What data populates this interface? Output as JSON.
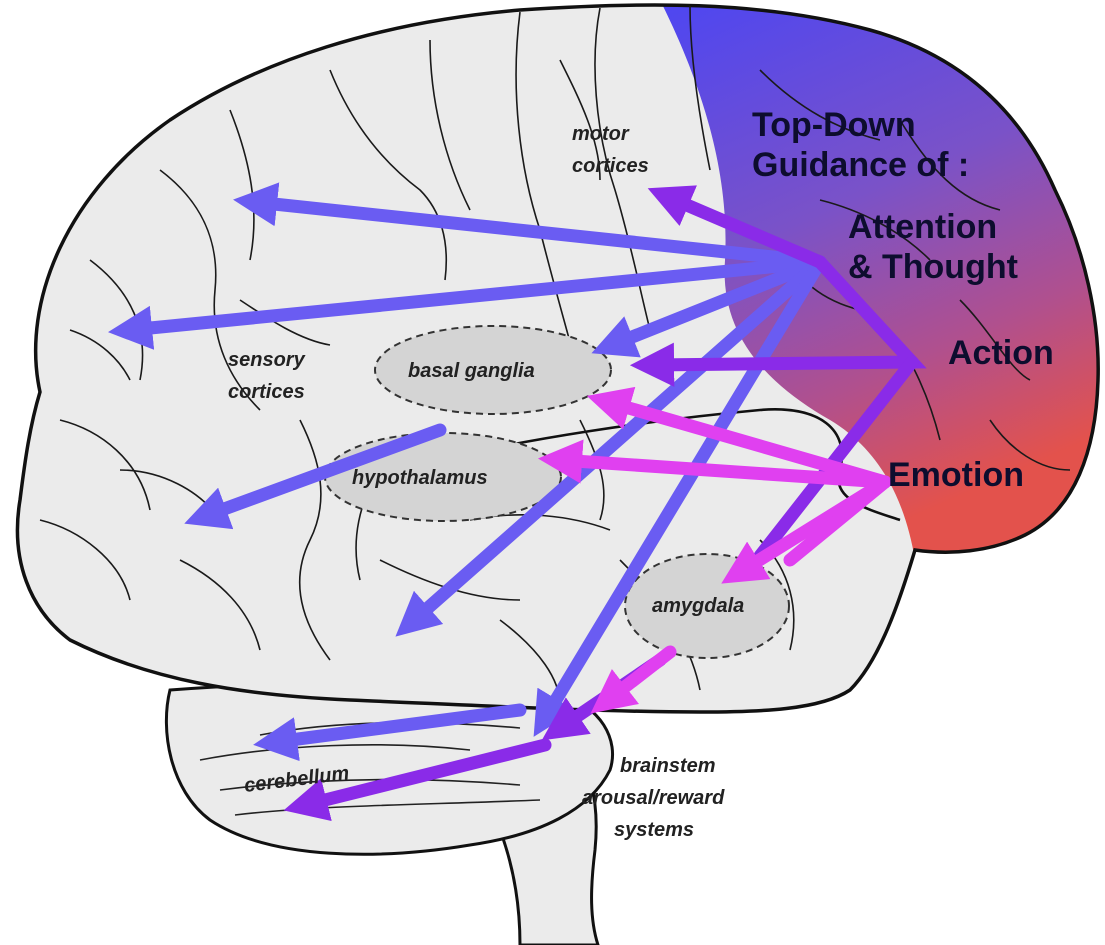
{
  "colors": {
    "prefrontal_top": "#5a4cf0",
    "prefrontal_bottom": "#e2564f",
    "attention_arrow": "#6a5cf2",
    "action_arrow": "#8a2be8",
    "emotion_arrow": "#e040f0",
    "brain_fill": "#ebebeb",
    "outline": "#111111"
  },
  "labels": {
    "title_line1": "Top-Down",
    "title_line2": "Guidance of :",
    "attention_line1": "Attention",
    "attention_line2": "& Thought",
    "action": "Action",
    "emotion": "Emotion",
    "motor_line1": "motor",
    "motor_line2": "cortices",
    "sensory_line1": "sensory",
    "sensory_line2": "cortices",
    "basal_ganglia": "basal ganglia",
    "hypothalamus": "hypothalamus",
    "amygdala": "amygdala",
    "cerebellum": "cerebellum",
    "brainstem_line1": "brainstem",
    "brainstem_line2": "arousal/reward",
    "brainstem_line3": "systems"
  }
}
